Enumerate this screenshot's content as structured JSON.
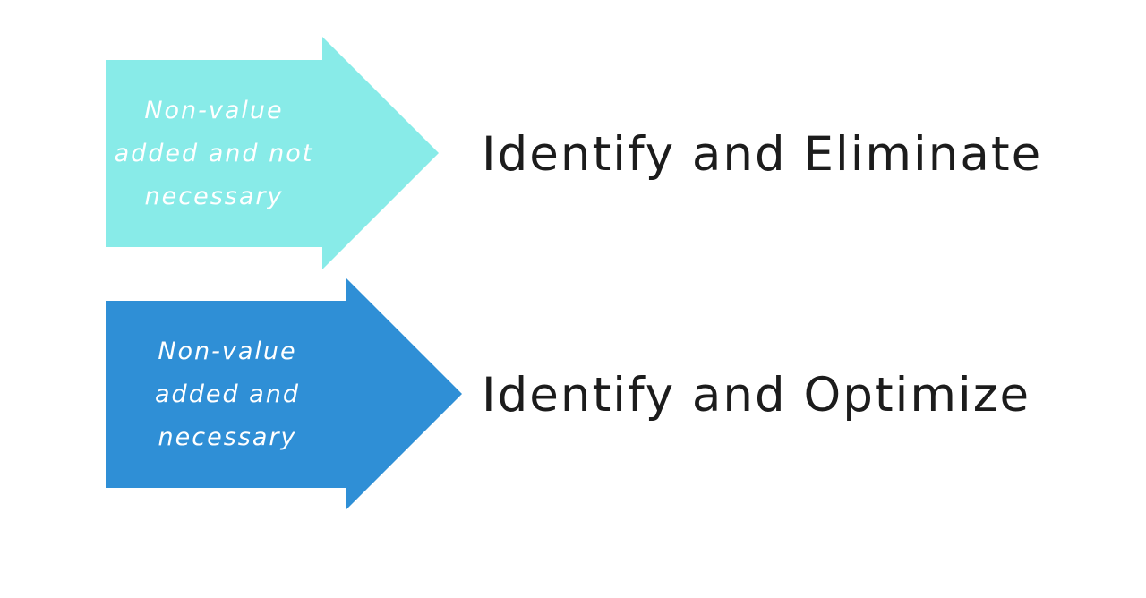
{
  "rows": [
    {
      "arrow_color": "#88ebe8",
      "label_lines": [
        "Non-value",
        "added  and not",
        "necessary"
      ],
      "action": "Identify and Eliminate"
    },
    {
      "arrow_color": "#2f8fd6",
      "label_lines": [
        "Non-value",
        "added  and",
        "necessary"
      ],
      "action": "Identify and Optimize"
    }
  ]
}
